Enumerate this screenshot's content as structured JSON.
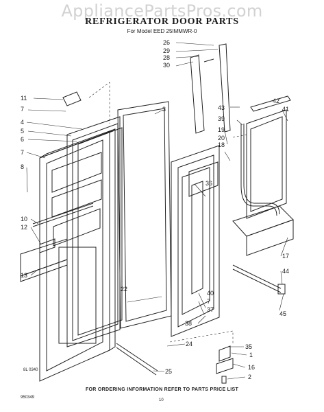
{
  "watermark": "AppliancePartsPros.com",
  "title": "REFRIGERATOR DOOR PARTS",
  "subtitle": "For Model EED 25IMMWR-0",
  "footer": "FOR ORDERING INFORMATION REFER TO PARTS PRICE LIST",
  "drawing_code": "8L 0340",
  "figure_code": "950349",
  "page_number": "10",
  "callouts": [
    "1",
    "2",
    "3",
    "4",
    "5",
    "6",
    "7",
    "7",
    "8",
    "10",
    "11",
    "12",
    "13",
    "16",
    "17",
    "18",
    "19",
    "20",
    "22",
    "24",
    "25",
    "26",
    "28",
    "29",
    "30",
    "35",
    "36",
    "37",
    "38",
    "39",
    "40",
    "41",
    "42",
    "43",
    "44",
    "45"
  ]
}
